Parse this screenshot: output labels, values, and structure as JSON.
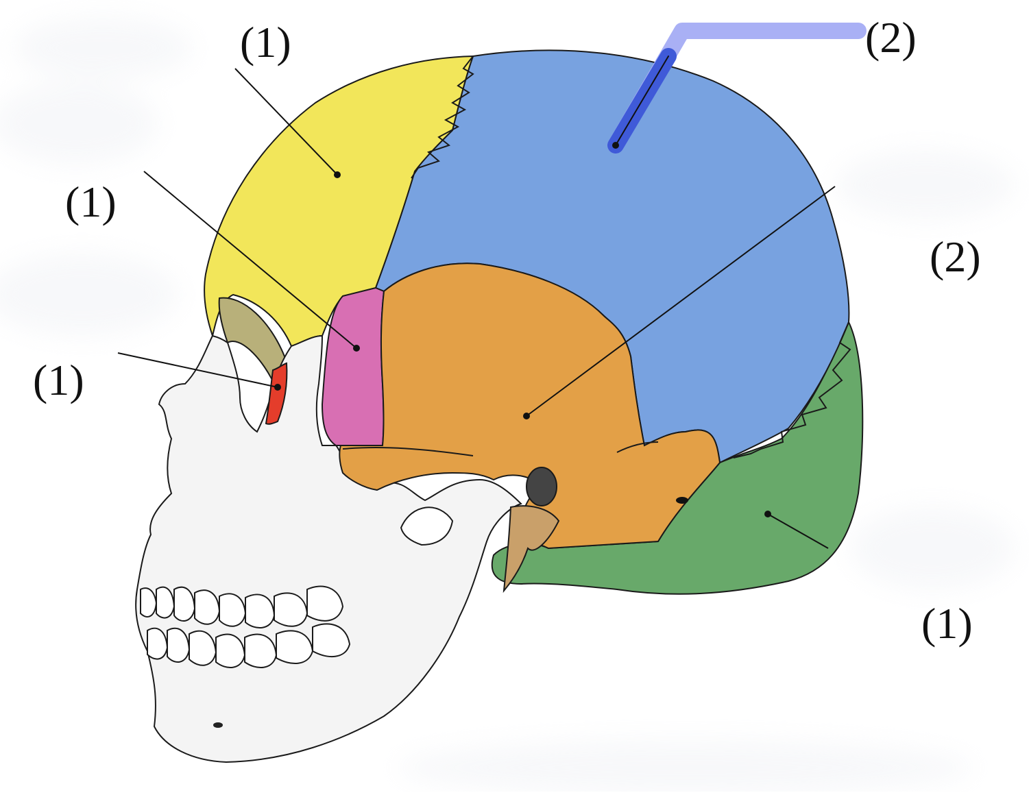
{
  "callouts": [
    {
      "id": "frontal",
      "label": "(1)"
    },
    {
      "id": "sphenoid",
      "label": "(1)"
    },
    {
      "id": "lacrimal",
      "label": "(1)"
    },
    {
      "id": "parietal",
      "label": "(2)"
    },
    {
      "id": "temporal",
      "label": "(2)"
    },
    {
      "id": "occipital",
      "label": "(1)"
    }
  ],
  "colors": {
    "frontal": "#f2e65a",
    "parietal": "#78a2e0",
    "sphenoid": "#d86fb3",
    "temporal": "#e3a047",
    "occipital": "#68a96a",
    "lacrimal": "#e43d2b",
    "facial": "#f4f4f4",
    "outline": "#1a1a1a",
    "highlight": "#a9b0f5",
    "highlight_dark": "#3f5ad8"
  }
}
